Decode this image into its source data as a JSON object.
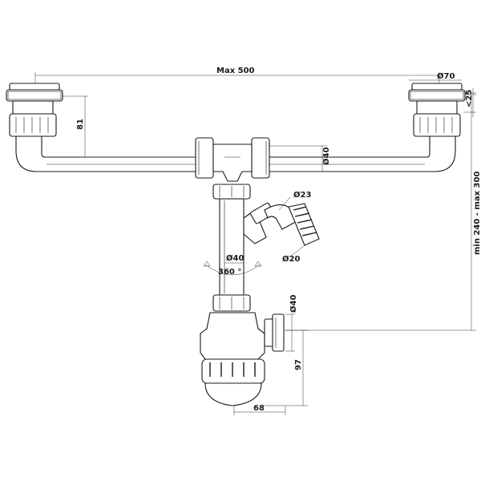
{
  "dimensions": {
    "max_width": "Max 500",
    "outlet_diameter": "Ø70",
    "offset_top": "<25",
    "drop": "81",
    "pipe_diameter_upper": "Ø40",
    "hose_outer": "Ø23",
    "hose_inner": "Ø20",
    "pipe_diameter_lower": "Ø40",
    "rotation": "360 °",
    "outlet_diameter_trap": "Ø40",
    "height_range": "min 240 - max 300",
    "trap_height": "97",
    "trap_width": "68"
  },
  "colors": {
    "line": "#1a1a1a",
    "fill": "#ffffff",
    "shade": "#e9e9e9"
  }
}
